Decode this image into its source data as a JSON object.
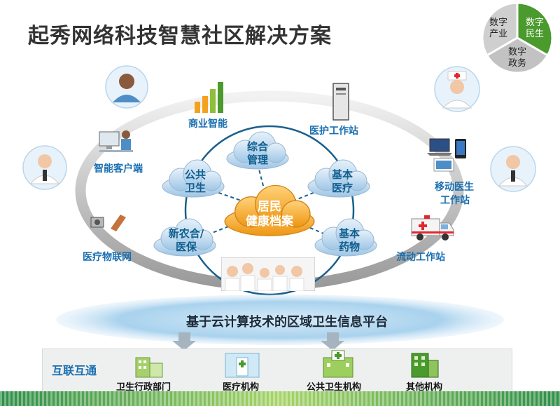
{
  "title": "起秀网络科技智慧社区解决方案",
  "pie": {
    "industry": [
      "数字",
      "产业"
    ],
    "livelihood": [
      "数字",
      "民生"
    ],
    "government": [
      "数字",
      "政务"
    ],
    "colors": {
      "industry": "#c9c9c9",
      "livelihood": "#4a9a2d",
      "government": "#bdbdbd"
    }
  },
  "outer_nodes": {
    "business": "商业智能",
    "medical_station": "医护工作站",
    "smart_client": "智能客户端",
    "mobile_doctor": [
      "移动医生",
      "工作站"
    ],
    "iot": "医疗物联网",
    "mobile_station": "流动工作站"
  },
  "clouds": {
    "center": [
      "居民",
      "健康档案"
    ],
    "management": [
      "综合",
      "管理"
    ],
    "public_health": [
      "公共",
      "卫生"
    ],
    "basic_medical": [
      "基本",
      "医疗"
    ],
    "rural": [
      "新农合/",
      "医保"
    ],
    "basic_drug": [
      "基本",
      "药物"
    ]
  },
  "platform": {
    "prefix": "基于云计算技术的",
    "highlight": "区域卫生信息平台"
  },
  "interconnect": "互联互通",
  "institutions": [
    "卫生行政部门",
    "医疗机构",
    "公共卫生机构",
    "其他机构"
  ],
  "colors": {
    "accent_blue": "#1a6fb0",
    "green": "#4a9a2d",
    "orange": "#f3a21d"
  }
}
